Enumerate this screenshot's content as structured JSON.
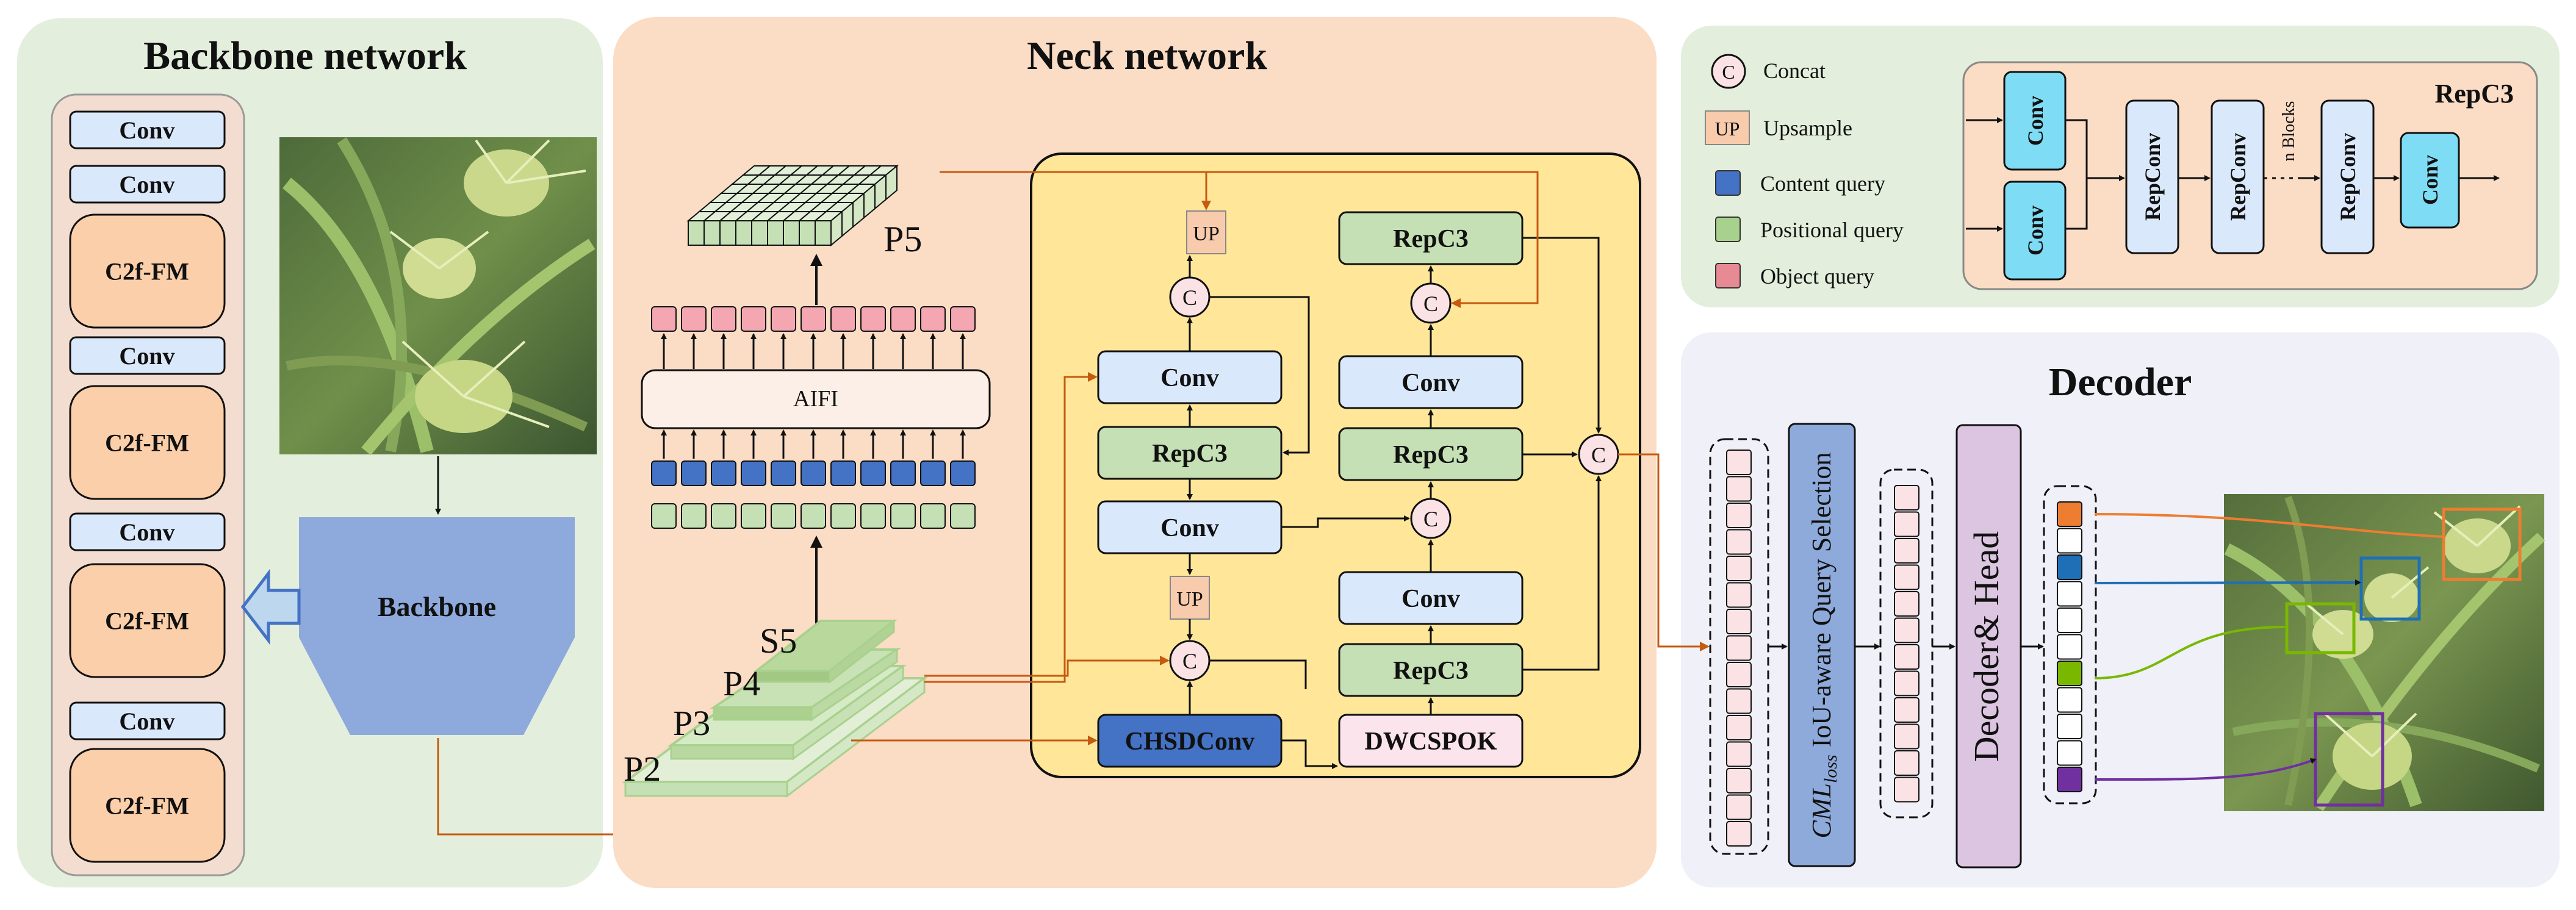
{
  "backbone": {
    "title": "Backbone network",
    "blocks": [
      "Conv",
      "Conv",
      "C2f-FM",
      "Conv",
      "C2f-FM",
      "Conv",
      "C2f-FM",
      "Conv",
      "C2f-FM"
    ],
    "backbone_label": "Backbone"
  },
  "neck": {
    "title": "Neck network",
    "p5_label": "P5",
    "aifi_label": "AIFI",
    "pyramid_labels": [
      "S5",
      "P4",
      "P3",
      "P2"
    ],
    "up_label": "UP",
    "concat_symbol": "C",
    "left_column": [
      "Conv",
      "RepC3",
      "Conv",
      "CHSDConv"
    ],
    "right_column": [
      "RepC3",
      "Conv",
      "RepC3",
      "Conv",
      "RepC3",
      "DWCSPOK"
    ]
  },
  "legend": {
    "concat_symbol": "C",
    "concat_label": "Concat",
    "up_symbol": "UP",
    "up_label": "Upsample",
    "items": [
      {
        "label": "Content query",
        "color": "#4472c4"
      },
      {
        "label": "Positional query",
        "color": "#a9d18e"
      },
      {
        "label": "Object query",
        "color": "#e88a93"
      }
    ]
  },
  "repc3": {
    "title": "RepC3",
    "conv_label": "Conv",
    "repconv_label": "RepConv",
    "n_blocks_label": "n Blocks"
  },
  "decoder": {
    "title": "Decoder",
    "selection_label_main": "IoU-aware Query Selection",
    "selection_label_prefix": "CML",
    "selection_label_sub": "loss",
    "decoder_head_label": "Decoder& Head"
  },
  "colors": {
    "backbone_panel": "#e3efdc",
    "neck_panel": "#fbdcc5",
    "neck_inner": "#ffe699",
    "decoder_panel": "#eff0f8",
    "legend_panel": "#e3efdc",
    "conv_fill": "#dae8fb",
    "c2f_fill": "#fbcfaa",
    "repc3_fill": "#c5e0b4",
    "chsd_fill": "#4472c4",
    "dwcspok_fill": "#fce4ec",
    "backbone_shape": "#8ea9db",
    "cyan_conv": "#7fdcf5",
    "selection_fill": "#8eaadb",
    "decoder_head_fill": "#dcc5e0",
    "arrow_orange": "#c55a11"
  }
}
